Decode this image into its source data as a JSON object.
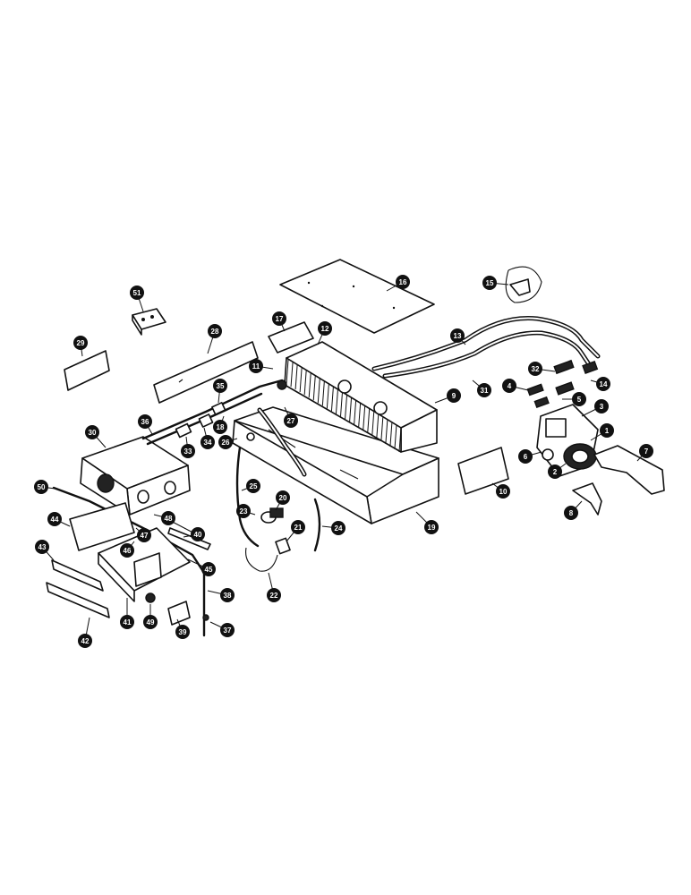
{
  "callouts": [
    "1",
    "2",
    "3",
    "4",
    "5",
    "6",
    "7",
    "8",
    "9",
    "10",
    "11",
    "12",
    "13",
    "14",
    "15",
    "16",
    "17",
    "18",
    "19",
    "20",
    "21",
    "22",
    "23",
    "24",
    "25",
    "26",
    "27",
    "28",
    "29",
    "30",
    "31",
    "32",
    "33",
    "34",
    "35",
    "36",
    "37",
    "38",
    "39",
    "40",
    "41",
    "42",
    "43",
    "44",
    "45",
    "46",
    "47",
    "48",
    "49",
    "50",
    "51"
  ],
  "parts": {
    "top_cover": "16",
    "evaporator_core": "9",
    "housing_pan": "19",
    "compressor": "1",
    "blower_assembly": "30",
    "mounting_frame": "41"
  }
}
